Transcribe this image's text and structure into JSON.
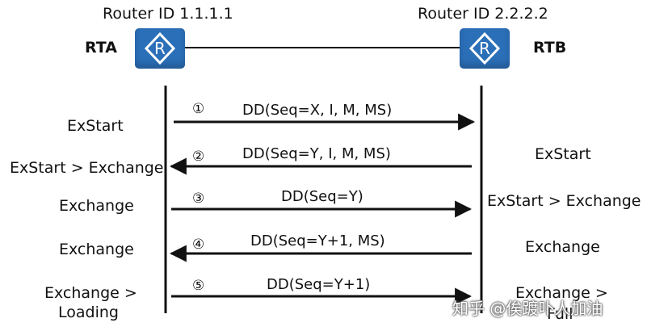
{
  "routers": {
    "left": {
      "id_label": "Router ID 1.1.1.1",
      "name": "RTA",
      "icon": "router-icon"
    },
    "right": {
      "id_label": "Router ID 2.2.2.2",
      "name": "RTB",
      "icon": "router-icon"
    }
  },
  "messages": [
    {
      "num": "①",
      "text": "DD(Seq=X, I, M, MS)",
      "direction": "right"
    },
    {
      "num": "②",
      "text": "DD(Seq=Y, I, M, MS)",
      "direction": "left"
    },
    {
      "num": "③",
      "text": "DD(Seq=Y)",
      "direction": "right"
    },
    {
      "num": "④",
      "text": "DD(Seq=Y+1, MS)",
      "direction": "left"
    },
    {
      "num": "⑤",
      "text": "DD(Seq=Y+1)",
      "direction": "right"
    }
  ],
  "left_states": [
    "ExStart",
    "ExStart > Exchange",
    "Exchange",
    "Exchange",
    "Exchange >",
    "Loading"
  ],
  "right_states": [
    "ExStart",
    "ExStart > Exchange",
    "Exchange",
    "Exchange >",
    "Full"
  ],
  "watermark": "知乎 @俟踱卟人加油",
  "colors": {
    "router": "#2b6fb8",
    "line": "#111111"
  }
}
